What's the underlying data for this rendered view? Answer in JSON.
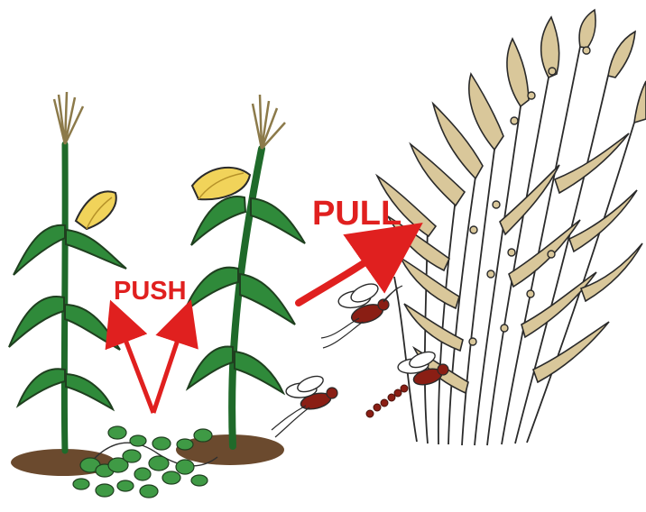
{
  "labels": {
    "push": "PUSH",
    "pull": "PULL"
  },
  "colors": {
    "arrow": "#e0201f",
    "leaf_green": "#2f8a3a",
    "leaf_green_dark": "#1f6a2a",
    "grass_tan": "#d9c79a",
    "grass_outline": "#2a2a2a",
    "cob_yellow": "#f1d35a",
    "soil": "#6b4a2e",
    "legume_green": "#3f9a45",
    "moth_red": "#8a1e14"
  },
  "elements": {
    "left_plant": "maize-plant",
    "middle_plant": "maize-plant",
    "right_plant": "napier-grass",
    "ground_cover": "desmodium-intercrop",
    "insects": [
      "stemborer-moth",
      "stemborer-moth",
      "stemborer-moth",
      "egg-cluster"
    ]
  }
}
